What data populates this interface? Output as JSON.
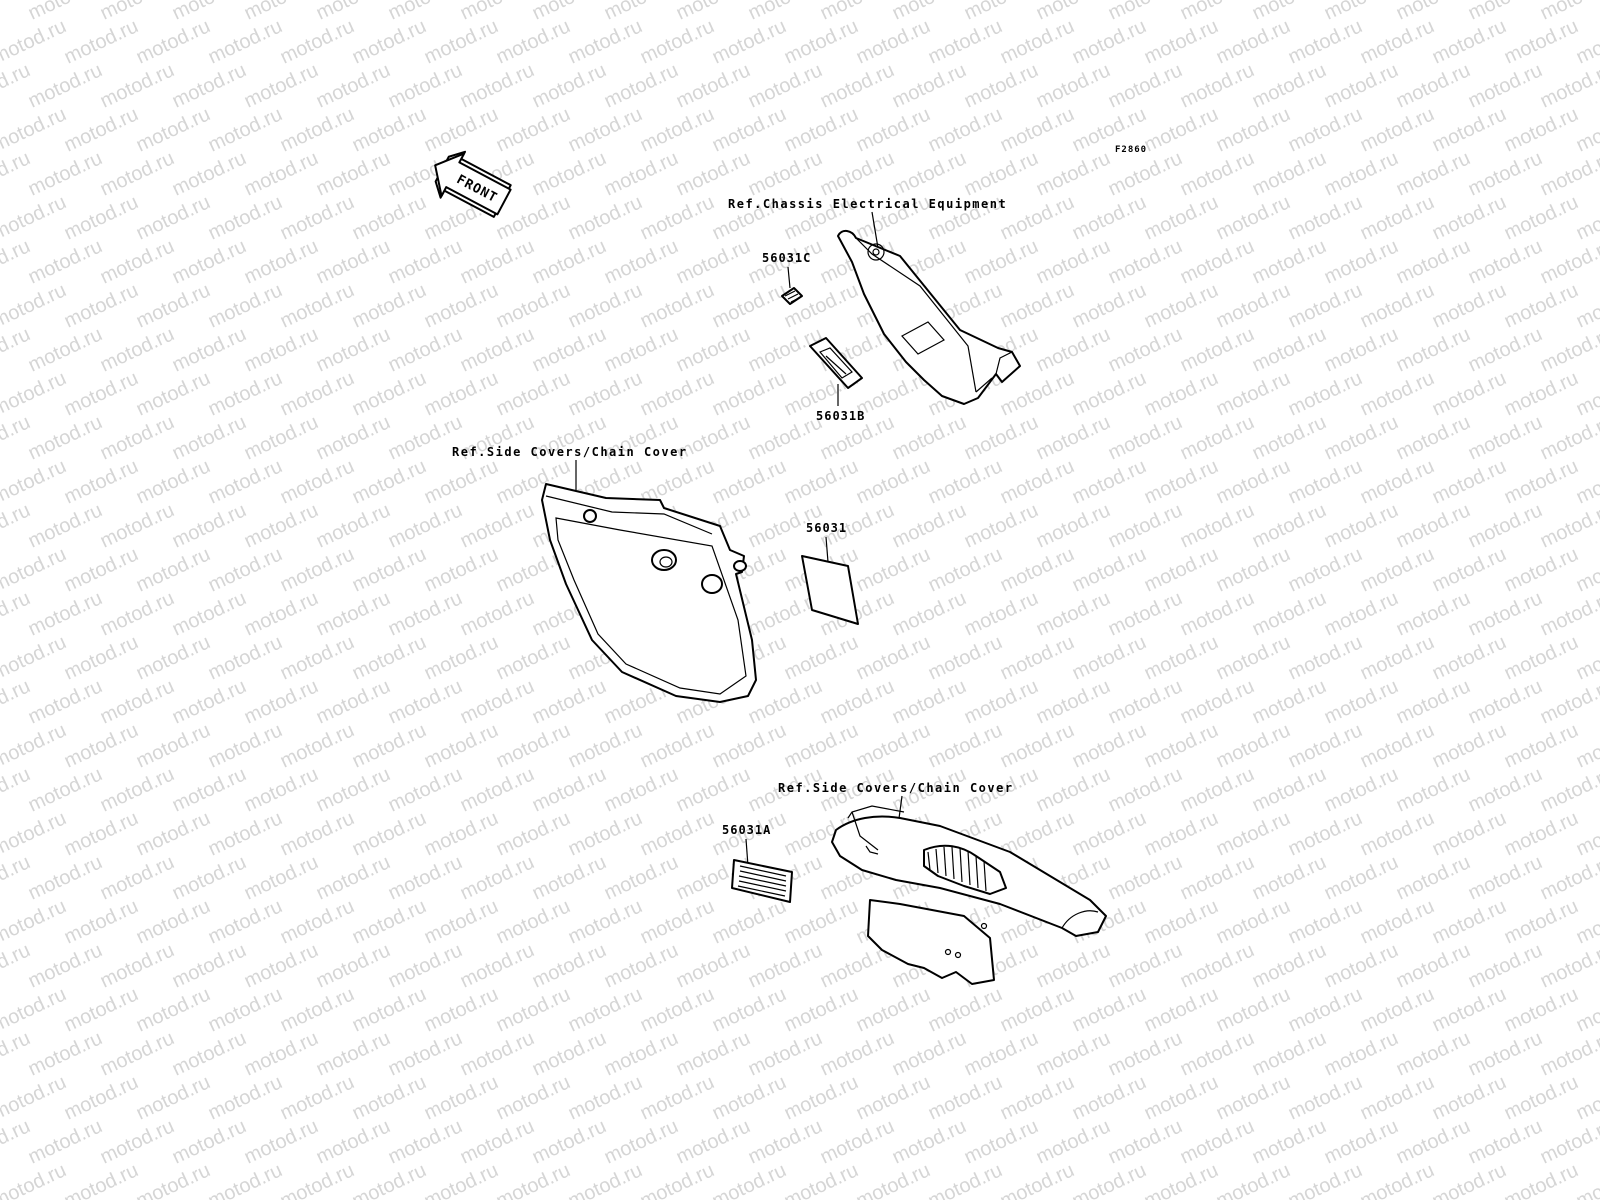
{
  "figure_id": "F2860",
  "front_arrow_label": "FRONT",
  "watermark_text": "motod.ru",
  "references": {
    "chassis_electrical": "Ref.Chassis Electrical Equipment",
    "side_covers_upper": "Ref.Side Covers/Chain Cover",
    "side_covers_lower": "Ref.Side Covers/Chain Cover"
  },
  "parts": {
    "label_c": "56031C",
    "label_b": "56031B",
    "label_main": "56031",
    "label_a": "56031A"
  },
  "colors": {
    "line": "#000000",
    "watermark": "#b4b4b4",
    "background": "#ffffff"
  }
}
